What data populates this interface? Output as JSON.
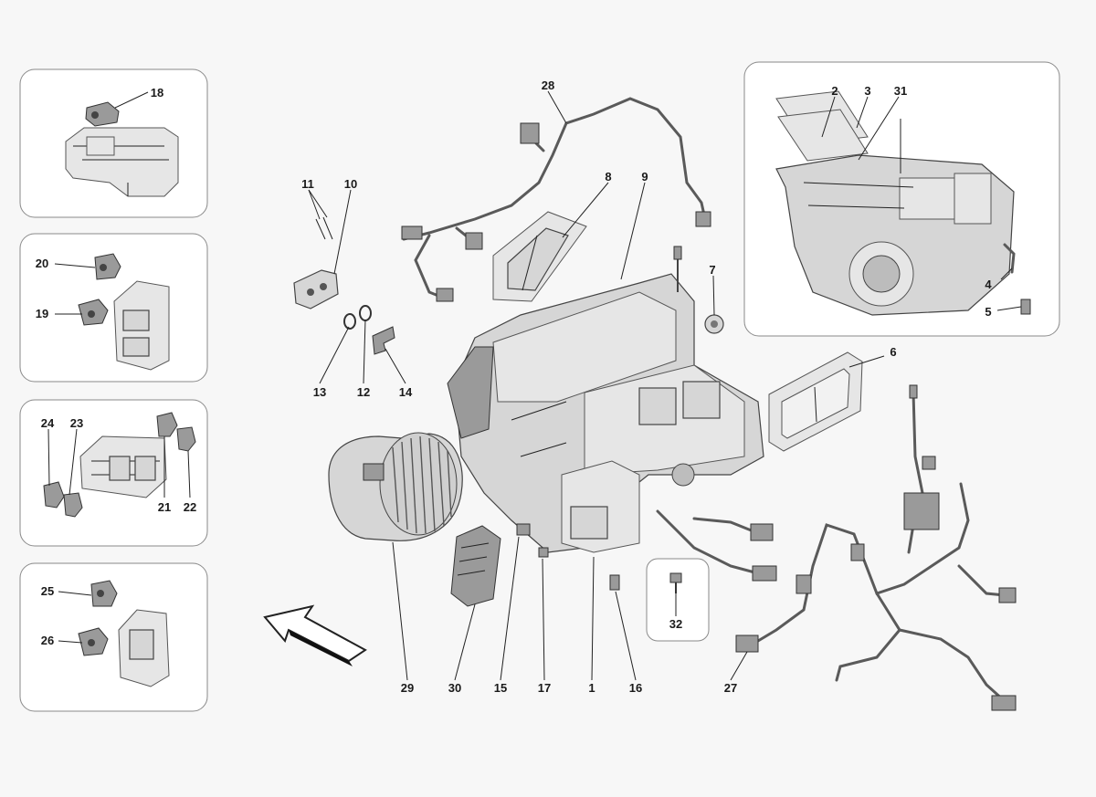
{
  "callouts": [
    {
      "id": "c1",
      "label": "1"
    },
    {
      "id": "c2",
      "label": "2"
    },
    {
      "id": "c3",
      "label": "3"
    },
    {
      "id": "c4",
      "label": "4"
    },
    {
      "id": "c5",
      "label": "5"
    },
    {
      "id": "c6",
      "label": "6"
    },
    {
      "id": "c7",
      "label": "7"
    },
    {
      "id": "c8",
      "label": "8"
    },
    {
      "id": "c9",
      "label": "9"
    },
    {
      "id": "c10",
      "label": "10"
    },
    {
      "id": "c11",
      "label": "11"
    },
    {
      "id": "c12",
      "label": "12"
    },
    {
      "id": "c13",
      "label": "13"
    },
    {
      "id": "c14",
      "label": "14"
    },
    {
      "id": "c15",
      "label": "15"
    },
    {
      "id": "c16",
      "label": "16"
    },
    {
      "id": "c17",
      "label": "17"
    },
    {
      "id": "c18",
      "label": "18"
    },
    {
      "id": "c19",
      "label": "19"
    },
    {
      "id": "c20",
      "label": "20"
    },
    {
      "id": "c21",
      "label": "21"
    },
    {
      "id": "c22",
      "label": "22"
    },
    {
      "id": "c23",
      "label": "23"
    },
    {
      "id": "c24",
      "label": "24"
    },
    {
      "id": "c25",
      "label": "25"
    },
    {
      "id": "c26",
      "label": "26"
    },
    {
      "id": "c27",
      "label": "27"
    },
    {
      "id": "c28",
      "label": "28"
    },
    {
      "id": "c29",
      "label": "29"
    },
    {
      "id": "c30",
      "label": "30"
    },
    {
      "id": "c31",
      "label": "31"
    },
    {
      "id": "c32",
      "label": "32"
    }
  ],
  "icons": {
    "direction_arrow": "front-direction-arrow-icon"
  },
  "colors": {
    "background": "#f7f7f7",
    "line": "#222222",
    "part_fill": "#d6d6d6"
  }
}
